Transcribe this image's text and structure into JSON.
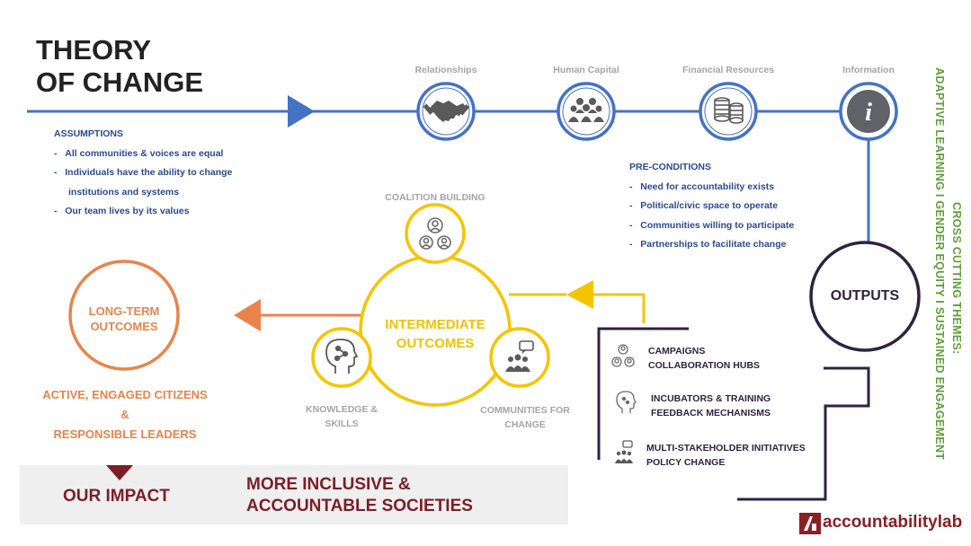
{
  "title_line1": "THEORY",
  "title_line2": "OF CHANGE",
  "resources": [
    {
      "label": "Relationships",
      "icon": "handshake-icon"
    },
    {
      "label": "Human Capital",
      "icon": "people-group-icon"
    },
    {
      "label": "Financial Resources",
      "icon": "coins-stack-icon"
    },
    {
      "label": "Information",
      "icon": "info-icon"
    }
  ],
  "assumptions": {
    "heading": "ASSUMPTIONS",
    "items": [
      "All communities & voices are equal",
      "Individuals have the ability to change",
      "institutions and systems",
      "Our team lives by its values"
    ]
  },
  "preconditions": {
    "heading": "PRE-CONDITIONS",
    "items": [
      "Need for accountability exists",
      "Political/civic space to operate",
      "Communities willing to participate",
      "Partnerships to facilitate change"
    ]
  },
  "intermediate": {
    "line1": "INTERMEDIATE",
    "line2": "OUTCOMES",
    "coalition": "COALITION BUILDING",
    "knowledge_line1": "KNOWLEDGE &",
    "knowledge_line2": "SKILLS",
    "communities_line1": "COMMUNITIES FOR",
    "communities_line2": "CHANGE"
  },
  "long_term": {
    "line1": "LONG-TERM",
    "line2": "OUTCOMES"
  },
  "citizens": {
    "line1": "ACTIVE, ENGAGED CITIZENS",
    "line2": "&",
    "line3": "RESPONSIBLE LEADERS"
  },
  "outputs": {
    "label": "OUTPUTS",
    "groups": [
      {
        "line1": "CAMPAIGNS",
        "line2": "COLLABORATION HUBS",
        "icon": "people-network-icon"
      },
      {
        "line1": "INCUBATORS & TRAINING",
        "line2": "FEEDBACK MECHANISMS",
        "icon": "head-network-icon"
      },
      {
        "line1": "MULTI-STAKEHOLDER INITIATIVES",
        "line2": "POLICY CHANGE",
        "icon": "speech-group-icon"
      }
    ]
  },
  "impact": {
    "label": "OUR IMPACT",
    "line1": "MORE INCLUSIVE &",
    "line2": "ACCOUNTABLE SOCIETIES"
  },
  "themes": {
    "heading": "CROSS CUTTING THEMES:",
    "text": "ADAPTIVE LEARNING  I  GENDER EQUITY I  SUSTAINED ENGAGEMENT"
  },
  "logo": {
    "text": "accountabilitylab"
  },
  "colors": {
    "blue": "#4472c4",
    "navy": "#2b4a8f",
    "yellow": "#f5c400",
    "orange": "#e8844a",
    "purple": "#2d2340",
    "green": "#5f9e3b",
    "maroon": "#7b1e26"
  }
}
